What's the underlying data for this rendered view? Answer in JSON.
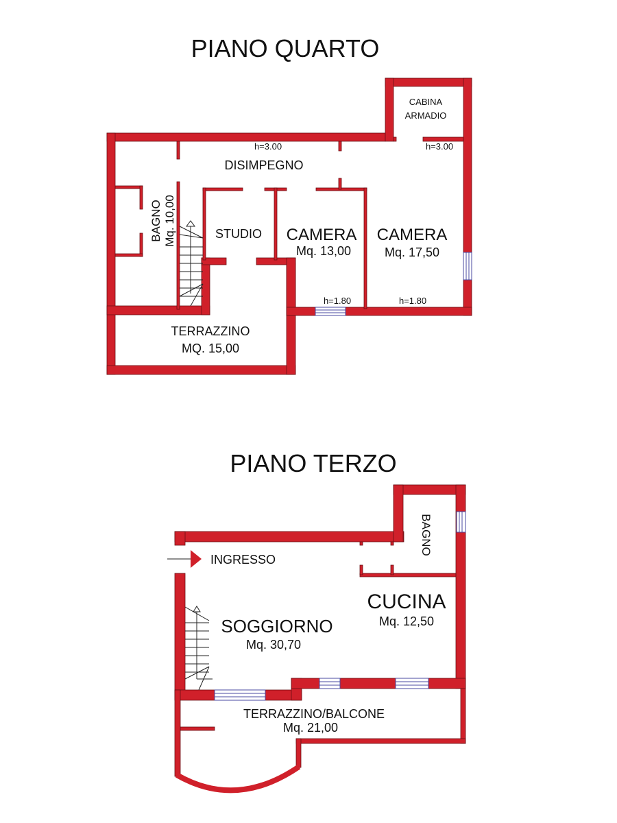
{
  "plans": [
    {
      "title": "PIANO QUARTO",
      "rooms": [
        {
          "name": "CABINA",
          "name2": "ARMADIO"
        },
        {
          "name": "DISIMPEGNO"
        },
        {
          "name": "BAGNO",
          "area": "Mq. 10,00"
        },
        {
          "name": "STUDIO"
        },
        {
          "name": "CAMERA",
          "area": "Mq. 13,00"
        },
        {
          "name": "CAMERA",
          "area": "Mq. 17,50"
        },
        {
          "name": "TERRAZZINO",
          "area": "MQ. 15,00"
        }
      ],
      "heights": [
        "h=3.00",
        "h=3.00",
        "h=1.80",
        "h=1.80"
      ]
    },
    {
      "title": "PIANO TERZO",
      "rooms": [
        {
          "name": "INGRESSO"
        },
        {
          "name": "BAGNO"
        },
        {
          "name": "CUCINA",
          "area": "Mq. 12,50"
        },
        {
          "name": "SOGGIORNO",
          "area": "Mq. 30,70"
        },
        {
          "name": "TERRAZZINO/BALCONE",
          "area": "Mq. 21,00"
        }
      ]
    }
  ],
  "colors": {
    "wall": "#d0202a",
    "window": "#4a4aa0",
    "text": "#111111"
  }
}
